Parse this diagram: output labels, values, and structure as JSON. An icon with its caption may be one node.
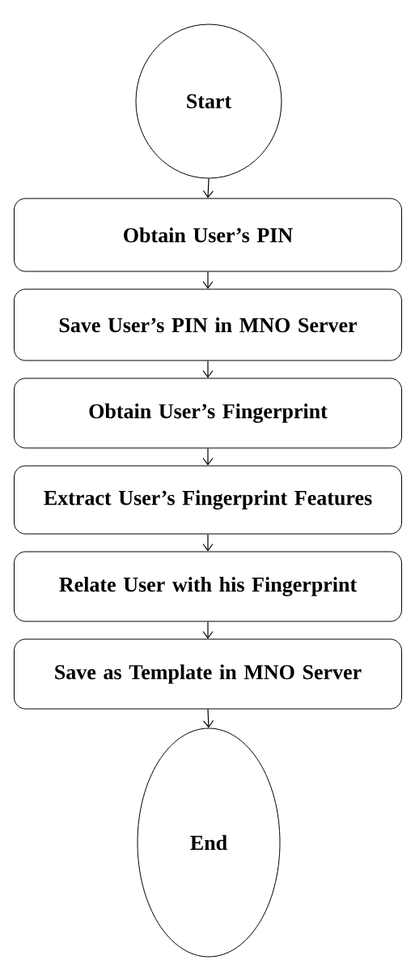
{
  "diagram": {
    "nodes": [
      {
        "text": [
          "Start"
        ]
      },
      {
        "text": [
          "Obtain User’s PIN"
        ]
      },
      {
        "text": [
          "Save User’s PIN in MNO Server"
        ]
      },
      {
        "text": [
          "Obtain User’s Fingerprint"
        ]
      },
      {
        "text": [
          "Extract User’s Fingerprint Features"
        ]
      },
      {
        "text": [
          "Relate User with his Fingerprint"
        ]
      },
      {
        "text": [
          "Save as Template in MNO Server"
        ]
      },
      {
        "text": [
          "End"
        ]
      }
    ],
    "edges": [
      {
        "from": 0,
        "to": 1,
        "arrow": "to"
      },
      {
        "from": 1,
        "to": 2,
        "arrow": "to"
      },
      {
        "from": 2,
        "to": 3,
        "arrow": "to"
      },
      {
        "from": 3,
        "to": 4,
        "arrow": "to"
      },
      {
        "from": 4,
        "to": 5,
        "arrow": "to"
      },
      {
        "from": 5,
        "to": 6,
        "arrow": "to"
      },
      {
        "from": 6,
        "to": 7,
        "arrow": "to"
      }
    ]
  }
}
